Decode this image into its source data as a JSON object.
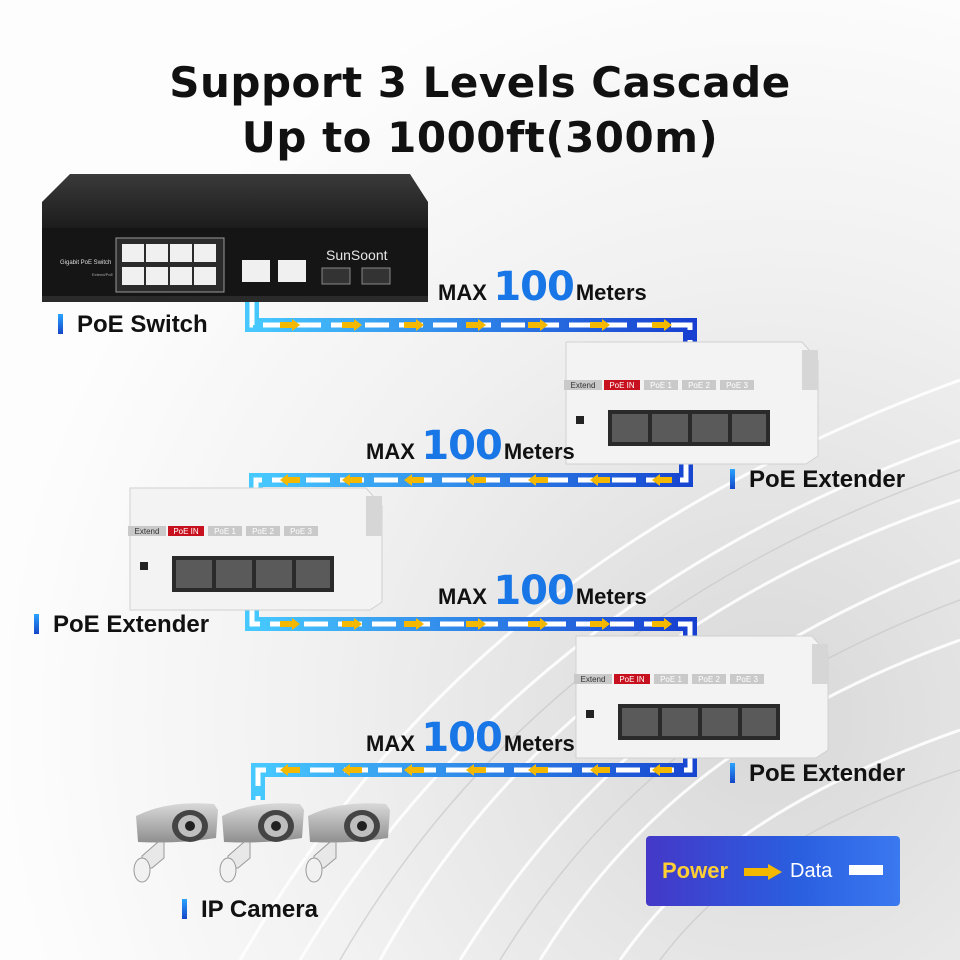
{
  "title": {
    "line1": "Support 3 Levels Cascade",
    "line2": "Up to 1000ft(300m)"
  },
  "switch": {
    "label": "PoE Switch",
    "brand": "SunSoont",
    "model_text": "Gigabit PoE Switch",
    "dip_text": "Extend/PoE"
  },
  "segments": [
    {
      "prefix": "MAX",
      "number": "100",
      "suffix": "Meters"
    },
    {
      "prefix": "MAX",
      "number": "100",
      "suffix": "Meters"
    },
    {
      "prefix": "MAX",
      "number": "100",
      "suffix": "Meters"
    },
    {
      "prefix": "MAX",
      "number": "100",
      "suffix": "Meters"
    }
  ],
  "extenders": [
    {
      "label": "PoE Extender",
      "tags": [
        "Extend",
        "PoE IN",
        "PoE 1",
        "PoE 2",
        "PoE 3"
      ]
    },
    {
      "label": "PoE Extender",
      "tags": [
        "Extend",
        "PoE IN",
        "PoE 1",
        "PoE 2",
        "PoE 3"
      ]
    },
    {
      "label": "PoE Extender",
      "tags": [
        "Extend",
        "PoE IN",
        "PoE 1",
        "PoE 2",
        "PoE 3"
      ]
    }
  ],
  "camera": {
    "label": "IP Camera",
    "count": 3
  },
  "legend": {
    "power": "Power",
    "data": "Data"
  },
  "colors": {
    "power_arrow": "#f5b800",
    "cable_dark": "#1746d1",
    "cable_light": "#3bb8ff",
    "number": "#1876e6"
  }
}
